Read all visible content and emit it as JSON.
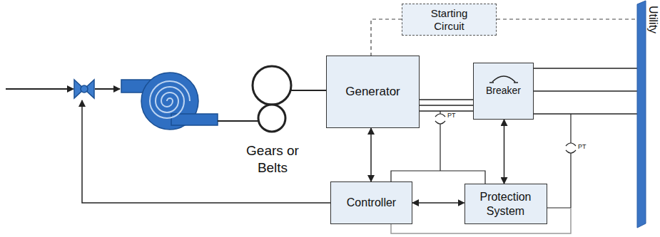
{
  "diagram": {
    "nodes": [
      {
        "text": [
          "Starting Circuit"
        ]
      },
      {
        "text": [
          "Generator"
        ]
      },
      {
        "text": [
          "Breaker"
        ]
      },
      {
        "text": [
          "Controller"
        ]
      },
      {
        "text": [
          "Protection System"
        ]
      },
      {
        "text": [
          "Utility"
        ]
      }
    ],
    "edges": [
      {
        "from": 0,
        "to": 1,
        "arrow": "none"
      },
      {
        "from": 0,
        "to": 5,
        "arrow": "none"
      },
      {
        "from": 1,
        "to": 2,
        "arrow": "none"
      },
      {
        "from": 2,
        "to": 5,
        "arrow": "none"
      },
      {
        "from": 1,
        "to": 3,
        "arrow": "both"
      },
      {
        "from": 2,
        "to": 4,
        "arrow": "both"
      },
      {
        "from": 3,
        "to": 4,
        "arrow": "both"
      }
    ],
    "labels": [
      "Gears or Belts",
      "PT",
      "PT"
    ]
  }
}
